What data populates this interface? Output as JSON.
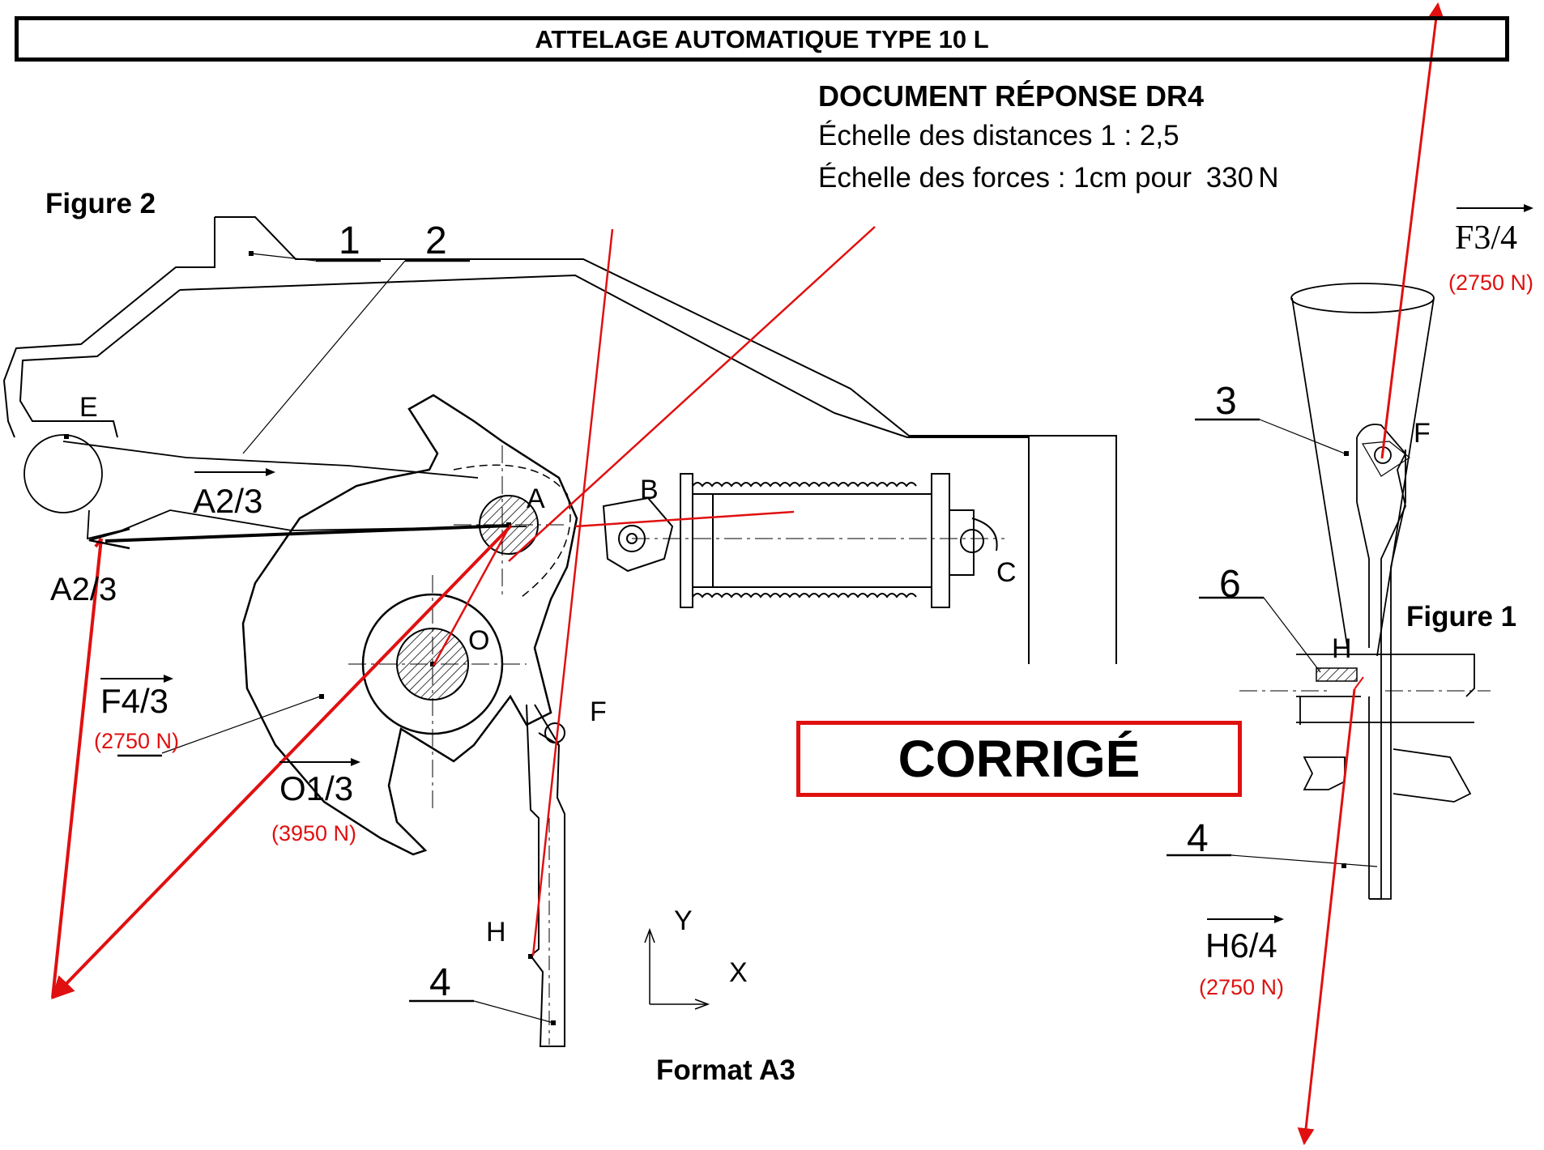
{
  "title": "ATTELAGE AUTOMATIQUE TYPE 10 L",
  "document": {
    "heading": "DOCUMENT RÉPONSE DR4",
    "scale_distances": "Échelle des distances  1 : 2,5",
    "scale_forces": "Échelle des forces : 1cm pour",
    "scale_forces_value": "330",
    "scale_forces_unit": "N"
  },
  "stamp": "CORRIGÉ",
  "format": "Format A3",
  "figure2": {
    "label": "Figure 2",
    "part_numbers": [
      "1",
      "2",
      "4"
    ],
    "points": [
      "E",
      "A",
      "B",
      "C",
      "O",
      "F",
      "H"
    ],
    "vectors": {
      "a23_top": "A2/3",
      "a23_bottom": "A2/3",
      "f43": "F4/3",
      "f43_value": "(2750 N)",
      "o13": "O1/3",
      "o13_value": "(3950 N)"
    },
    "axes": {
      "y": "Y",
      "x": "X"
    }
  },
  "figure1": {
    "label": "Figure 1",
    "part_numbers": [
      "3",
      "6",
      "4"
    ],
    "points": [
      "F",
      "H"
    ],
    "vectors": {
      "f34": "F3/4",
      "f34_value": "(2750 N)",
      "h64": "H6/4",
      "h64_value": "(2750 N)"
    }
  },
  "colors": {
    "construction": "#e01010",
    "ink": "#000000"
  }
}
